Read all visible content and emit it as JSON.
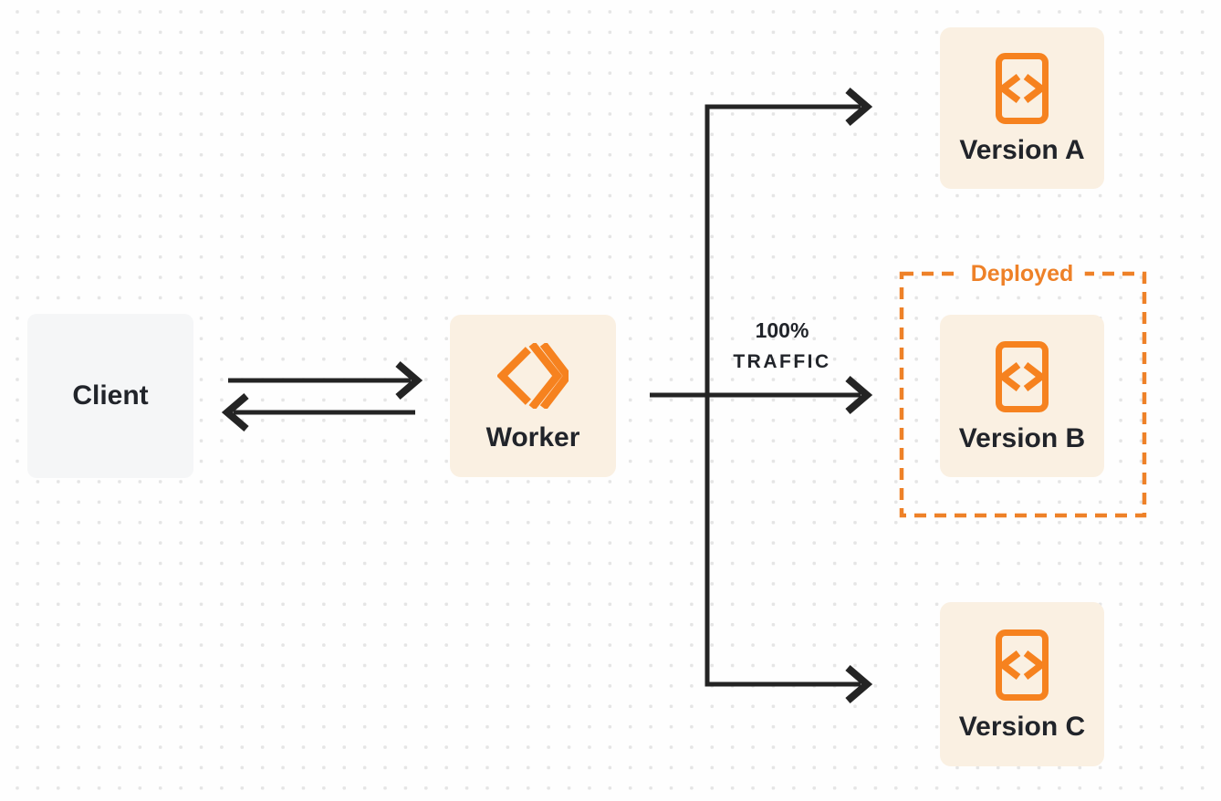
{
  "colors": {
    "background": "#fefefe",
    "dot": "#e5e5e5",
    "accent-orange": "#ee8128",
    "icon-orange": "#f6821f",
    "node-cream": "#faf0e2",
    "node-gray": "#f5f6f7",
    "ink": "#21242a",
    "wire": "#242424"
  },
  "nodes": {
    "client": {
      "label": "Client"
    },
    "worker": {
      "label": "Worker"
    },
    "version_a": {
      "label": "Version A"
    },
    "version_b": {
      "label": "Version B"
    },
    "version_c": {
      "label": "Version C"
    }
  },
  "deployed_group": {
    "label": "Deployed"
  },
  "traffic": {
    "percent": "100%",
    "word": "TRAFFIC"
  },
  "icons": {
    "worker_logo": "double-chevron-diamond-icon",
    "version_file": "code-brackets-document-icon"
  }
}
